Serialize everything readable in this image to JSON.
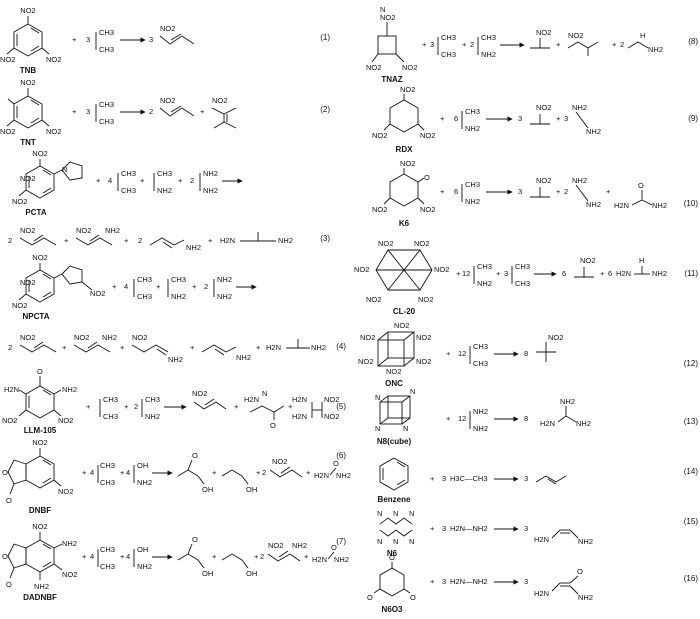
{
  "reactions": [
    {
      "num": "(1)",
      "reactants": [
        {
          "name": "TNB",
          "coef": ""
        },
        {
          "name": "",
          "coef": "3"
        }
      ],
      "products": [
        {
          "coef": "3"
        }
      ]
    },
    {
      "num": "(2)",
      "reactants": [
        {
          "name": "TNT",
          "coef": ""
        },
        {
          "name": "",
          "coef": "3"
        }
      ],
      "products": [
        {
          "coef": "2"
        },
        {
          "coef": ""
        }
      ]
    },
    {
      "num": "",
      "reactants": [
        {
          "name": "PCTA",
          "coef": ""
        },
        {
          "name": "",
          "coef": "4"
        },
        {
          "name": "",
          "coef": ""
        },
        {
          "name": "",
          "coef": "2"
        }
      ],
      "products": []
    },
    {
      "num": "(3)",
      "reactants": [
        {
          "name": "",
          "coef": "2"
        },
        {
          "name": "",
          "coef": ""
        },
        {
          "name": "",
          "coef": "2"
        }
      ],
      "products": []
    },
    {
      "num": "",
      "reactants": [
        {
          "name": "NPCTA",
          "coef": ""
        },
        {
          "name": "",
          "coef": "4"
        },
        {
          "name": "",
          "coef": ""
        },
        {
          "name": "",
          "coef": "2"
        }
      ],
      "products": []
    },
    {
      "num": "(4)",
      "reactants": [
        {
          "name": "",
          "coef": "2"
        }
      ],
      "products": []
    },
    {
      "num": "(5)",
      "reactants": [
        {
          "name": "LLM-105",
          "coef": ""
        },
        {
          "name": "",
          "coef": ""
        },
        {
          "name": "",
          "coef": "2"
        }
      ],
      "products": []
    },
    {
      "num": "(6)",
      "reactants": [
        {
          "name": "DNBF",
          "coef": ""
        },
        {
          "name": "",
          "coef": "4"
        },
        {
          "name": "",
          "coef": "4"
        }
      ],
      "products": [
        {
          "coef": "2"
        }
      ]
    },
    {
      "num": "(7)",
      "reactants": [
        {
          "name": "DADNBF",
          "coef": ""
        },
        {
          "name": "",
          "coef": "4"
        },
        {
          "name": "",
          "coef": "4"
        }
      ],
      "products": [
        {
          "coef": "2"
        }
      ]
    },
    {
      "num": "(8)",
      "reactants": [
        {
          "name": "TNAZ",
          "coef": ""
        },
        {
          "name": "",
          "coef": "3"
        },
        {
          "name": "",
          "coef": "2"
        }
      ],
      "products": [
        {
          "coef": "2"
        }
      ]
    },
    {
      "num": "(9)",
      "reactants": [
        {
          "name": "RDX",
          "coef": ""
        },
        {
          "name": "",
          "coef": "6"
        }
      ],
      "products": [
        {
          "coef": "3"
        },
        {
          "coef": "3"
        }
      ]
    },
    {
      "num": "(10)",
      "reactants": [
        {
          "name": "K6",
          "coef": ""
        },
        {
          "name": "",
          "coef": "6"
        }
      ],
      "products": [
        {
          "coef": "3"
        },
        {
          "coef": "2"
        }
      ]
    },
    {
      "num": "(11)",
      "reactants": [
        {
          "name": "CL-20",
          "coef": ""
        },
        {
          "name": "",
          "coef": "12"
        },
        {
          "name": "",
          "coef": "3"
        }
      ],
      "products": [
        {
          "coef": "6"
        },
        {
          "coef": "6"
        }
      ]
    },
    {
      "num": "(12)",
      "reactants": [
        {
          "name": "ONC",
          "coef": ""
        },
        {
          "name": "",
          "coef": "12"
        }
      ],
      "products": [
        {
          "coef": "8"
        }
      ]
    },
    {
      "num": "(13)",
      "reactants": [
        {
          "name": "N8(cube)",
          "coef": ""
        },
        {
          "name": "",
          "coef": "12"
        }
      ],
      "products": [
        {
          "coef": "8"
        }
      ]
    },
    {
      "num": "(14)",
      "reactants": [
        {
          "name": "Benzene",
          "coef": ""
        },
        {
          "name": "",
          "coef": "3"
        }
      ],
      "products": [
        {
          "coef": "3"
        }
      ]
    },
    {
      "num": "(15)",
      "reactants": [
        {
          "name": "N6",
          "coef": ""
        },
        {
          "name": "",
          "coef": "3"
        }
      ],
      "products": [
        {
          "coef": "3"
        }
      ]
    },
    {
      "num": "(16)",
      "reactants": [
        {
          "name": "N6O3",
          "coef": ""
        },
        {
          "name": "",
          "coef": "3"
        }
      ],
      "products": [
        {
          "coef": "3"
        }
      ]
    }
  ],
  "groups": {
    "no2": "NO2",
    "nh2": "NH2",
    "ch3": "CH3",
    "oh": "OH",
    "h": "H",
    "o": "O",
    "h2n": "H2N",
    "h3c": "H3C",
    "o_minus": "O",
    "n": "N",
    "h3n": "H2N"
  },
  "formulas": {
    "ethane_chain": "H3C—CH3",
    "hydrazine_chain": "H2N—NH2",
    "n6_sub": "6",
    "n6o3_sub": "6",
    "n6o3_o": "3"
  }
}
